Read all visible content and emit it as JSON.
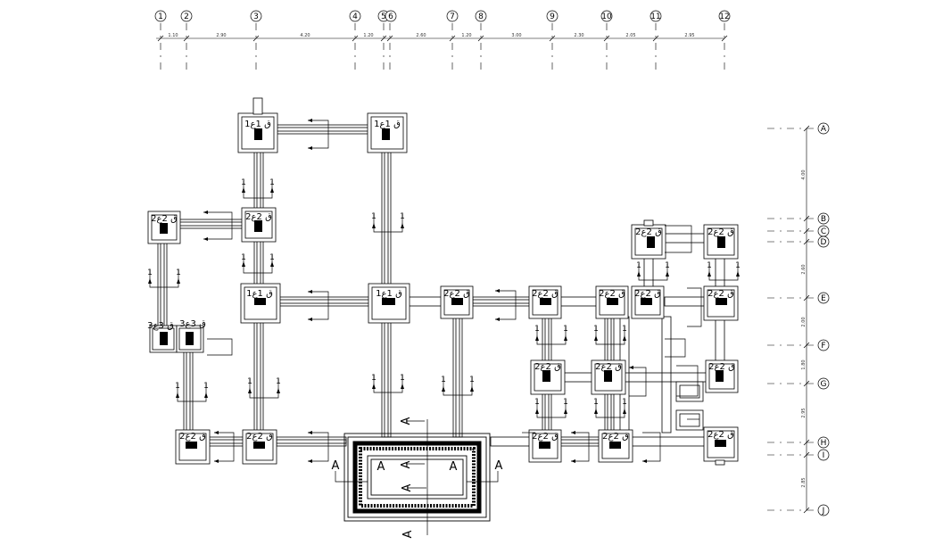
{
  "grid_top": {
    "labels": [
      "1",
      "2",
      "3",
      "4",
      "5",
      "6",
      "7",
      "8",
      "9",
      "10",
      "11",
      "12"
    ],
    "dims": [
      "1.10",
      "2.90",
      "4.20",
      "1.20",
      "2.60",
      "1.20",
      "3.00",
      "2.30",
      "2.05",
      "2.95"
    ]
  },
  "grid_right": {
    "labels": [
      "A",
      "B",
      "C",
      "D",
      "E",
      "F",
      "G",
      "H",
      "I",
      "J"
    ],
    "dims": [
      "4.00",
      "2.60",
      "2.00",
      "1.80",
      "2.95",
      "2.85"
    ]
  },
  "footing_labels": {
    "f1": "1ق 1ع",
    "f2": "2ق 2ع",
    "f3": "3ق 3ع"
  },
  "section_marks": {
    "one": "1",
    "a": "A"
  }
}
